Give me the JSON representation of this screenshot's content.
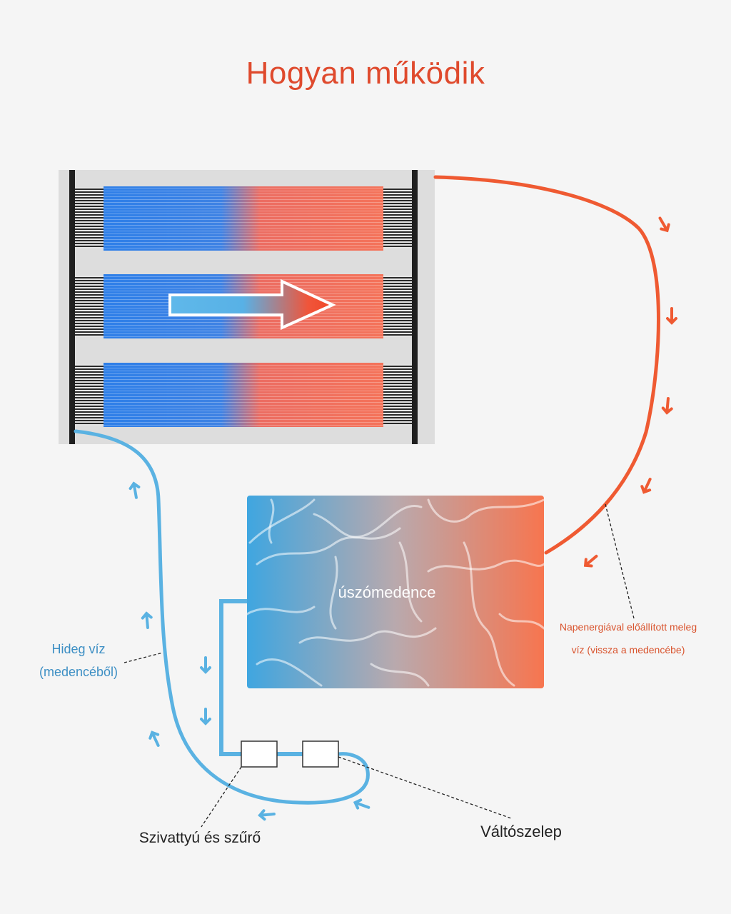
{
  "title": "Hogyan működik",
  "labels": {
    "pool": "úszómedence",
    "cold_line1": "Hideg víz",
    "cold_line2": "(medencéből)",
    "warm_line1": "Napenergiával előállított meleg",
    "warm_line2": "víz (vissza a medencébe)",
    "pump": "Szivattyú és szűrő",
    "valve": "Váltószelep"
  },
  "icons": [
    "flow-arrow-icon"
  ],
  "colors": {
    "title": "#df4a2d",
    "hot": "#ef5a32",
    "cold": "#5ab2e2",
    "cold_text": "#3d8fc4",
    "panel_bg": "#dddddd",
    "tube_cold": "#2f86ea",
    "tube_hot": "#f26f57"
  }
}
